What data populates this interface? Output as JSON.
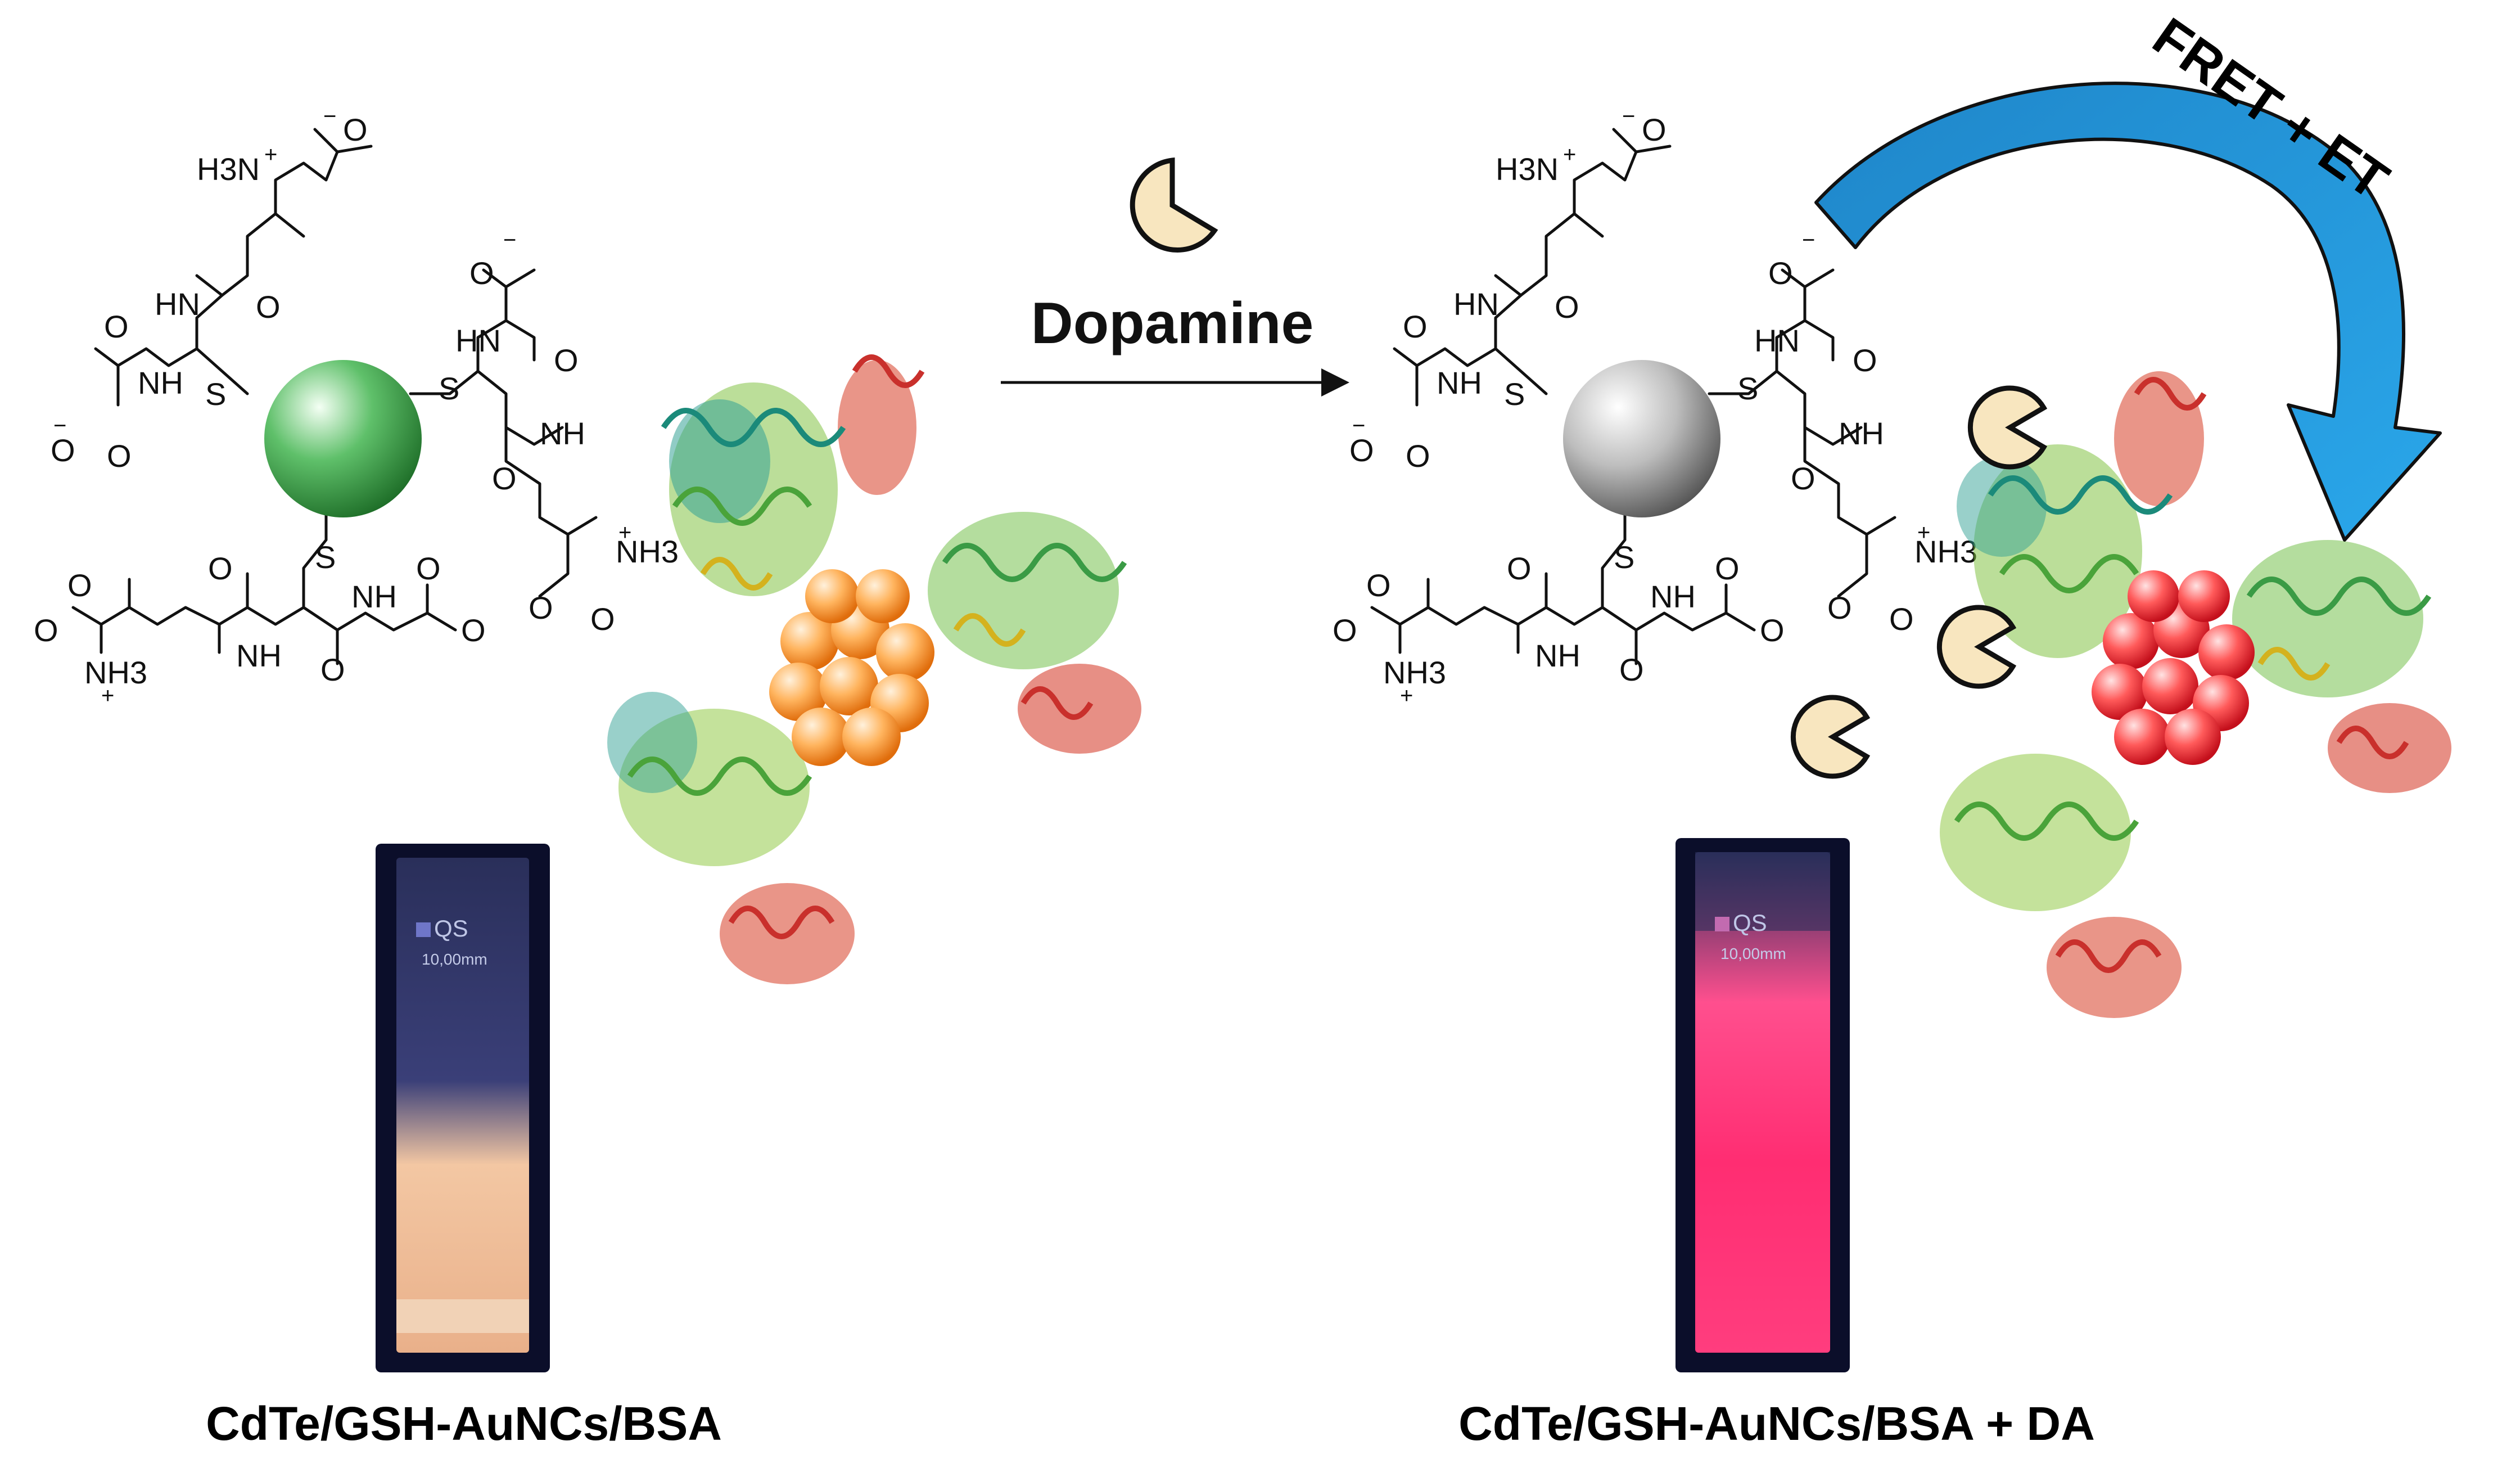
{
  "reaction": {
    "reagent": "Dopamine"
  },
  "mechanism": {
    "label": "FRET + ET"
  },
  "left": {
    "caption": "CdTe/GSH-AuNCs/BSA",
    "cuvette": {
      "brand": "QS",
      "pathlength": "10,00mm",
      "emission_color": "#f2b48c"
    },
    "core_color": "#2e9e3e",
    "cluster_color": "#f58a1e"
  },
  "right": {
    "caption": "CdTe/GSH-AuNCs/BSA + DA",
    "cuvette": {
      "brand": "QS",
      "pathlength": "10,00mm",
      "emission_color": "#ff3a7a"
    },
    "core_color": "#9a9a9a",
    "cluster_color": "#e8202e"
  },
  "ligand_labels": {
    "ammonium_top": "H3N",
    "ammonium_right": "NH3",
    "ammonium_bottom": "NH3",
    "amide": "NH",
    "amide_h": "HN",
    "sulfur": "S",
    "oxygen": "O",
    "charge_minus": "−",
    "charge_plus": "+"
  }
}
